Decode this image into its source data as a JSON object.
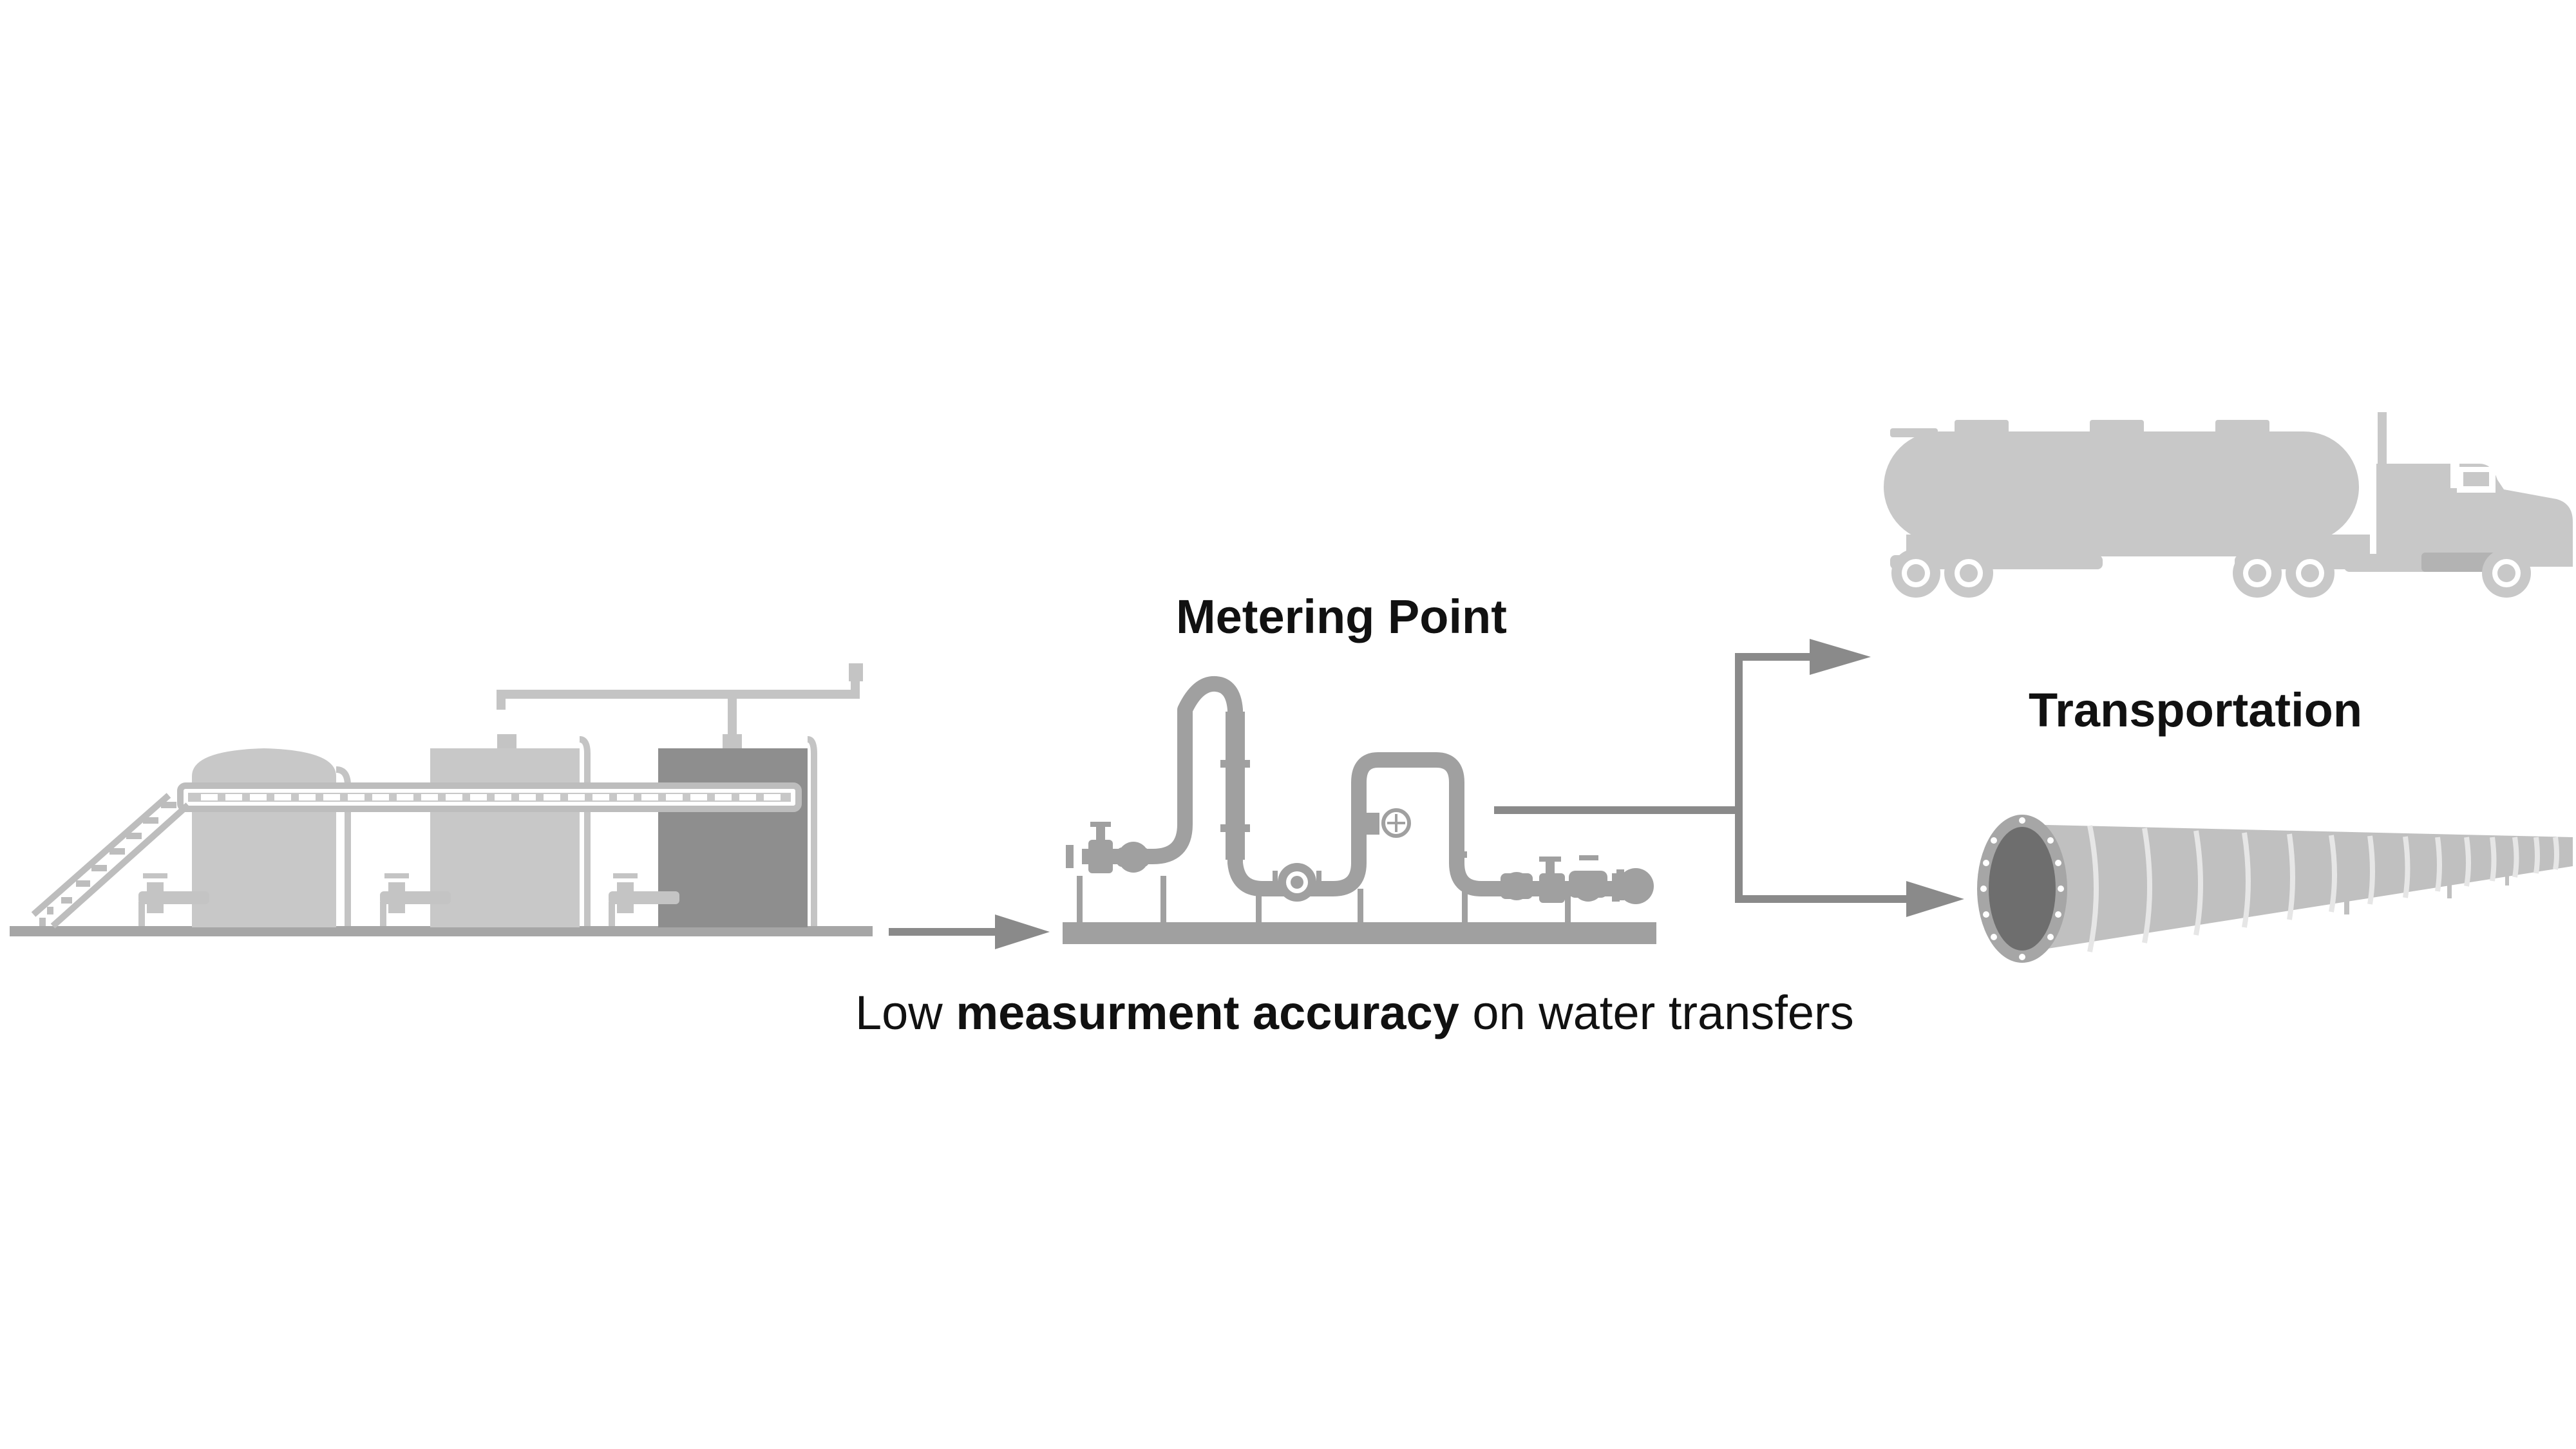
{
  "labels": {
    "metering_point": "Metering Point",
    "transportation": "Transportation"
  },
  "caption": {
    "prefix": "Low ",
    "emphasis": "measurment accuracy",
    "suffix": " on water transfers"
  },
  "colors": {
    "light_gray": "#c8c8c8",
    "mid_gray": "#9a9a9a",
    "dark_gray": "#8c8c8c",
    "arrow_gray": "#8a8a8a",
    "ground": "#a6a6a6"
  },
  "icons": [
    "storage-tank-facility-icon",
    "metering-skid-icon",
    "tanker-truck-icon",
    "pipeline-icon",
    "arrow-icon"
  ]
}
